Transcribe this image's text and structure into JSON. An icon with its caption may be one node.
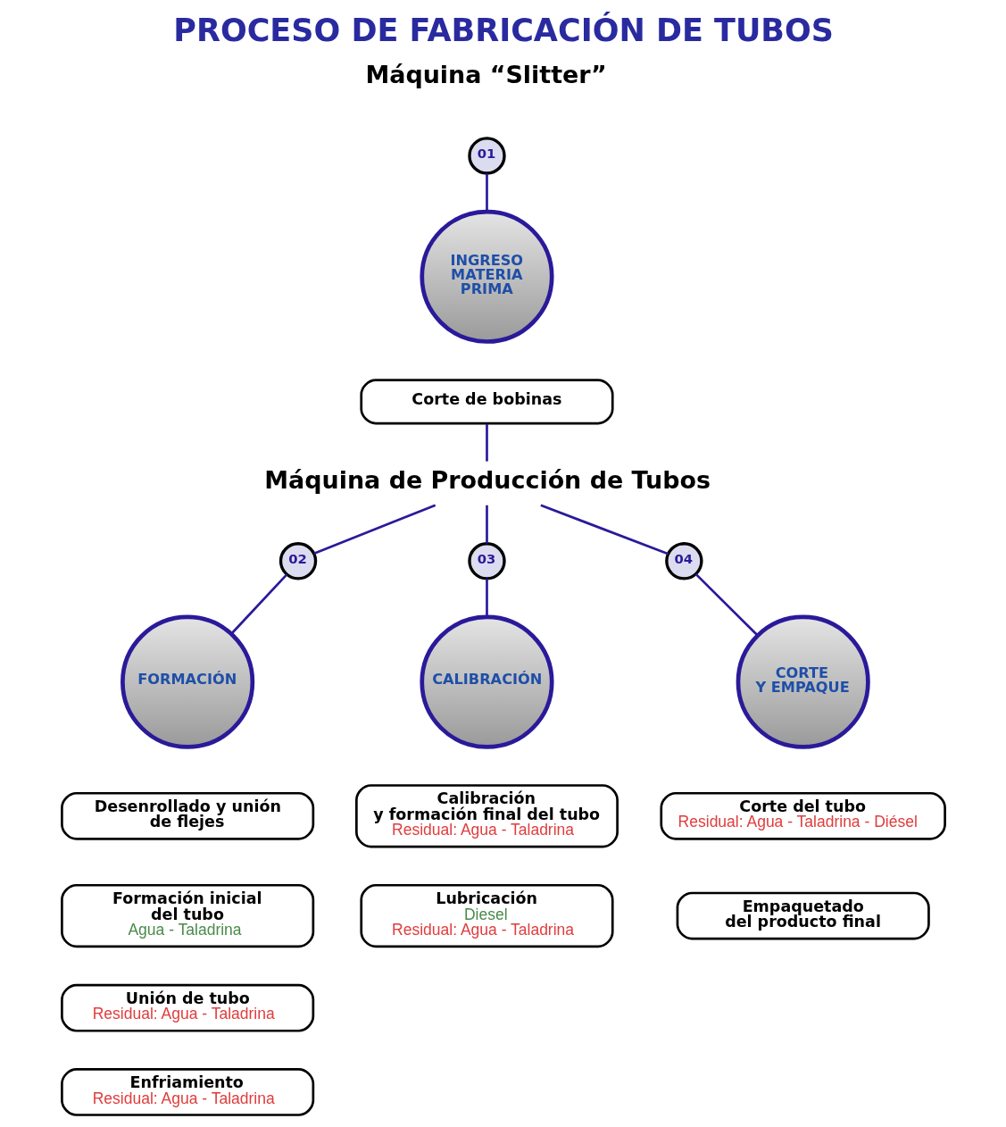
{
  "diagram": {
    "title": "PROCESO DE FABRICACIÓN DE TUBOS",
    "nodes": [
      {
        "text": [
          "01"
        ]
      },
      {
        "text": [
          "INGRESO MATERIA PRIMA"
        ]
      },
      {
        "text": [
          "Corte de bobinas"
        ]
      },
      {
        "text": [
          "Máquina de Producción de Tubos"
        ]
      },
      {
        "text": [
          "02"
        ]
      },
      {
        "text": [
          "FORMACIÓN"
        ]
      },
      {
        "text": [
          "03"
        ]
      },
      {
        "text": [
          "CALIBRACIÓN"
        ]
      },
      {
        "text": [
          "04"
        ]
      },
      {
        "text": [
          "CORTE Y EMPAQUE"
        ]
      },
      {
        "text": [
          "Desenrollado y unión de flejes"
        ]
      },
      {
        "text": [
          "Formación inicial del tubo",
          "Agua - Taladrina"
        ]
      },
      {
        "text": [
          "Unión de tubo",
          "Residual: Agua - Taladrina"
        ]
      },
      {
        "text": [
          "Enfriamiento",
          "Residual: Agua - Taladrina"
        ]
      },
      {
        "text": [
          "Calibración y formación final del tubo",
          "Residual: Agua - Taladrina"
        ]
      },
      {
        "text": [
          "Lubricación",
          "Diesel",
          "Residual: Agua - Taladrina"
        ]
      },
      {
        "text": [
          "Corte del tubo",
          "Residual: Agua - Taladrina - Diésel"
        ]
      },
      {
        "text": [
          "Empaquetado del producto final"
        ]
      }
    ],
    "edges": [
      {
        "from": 0,
        "to": 1,
        "arrow": "none"
      },
      {
        "from": 2,
        "to": 3,
        "arrow": "none"
      },
      {
        "from": 3,
        "to": 4,
        "arrow": "none"
      },
      {
        "from": 3,
        "to": 6,
        "arrow": "none"
      },
      {
        "from": 3,
        "to": 8,
        "arrow": "none"
      },
      {
        "from": 4,
        "to": 5,
        "arrow": "none"
      },
      {
        "from": 6,
        "to": 7,
        "arrow": "none"
      },
      {
        "from": 8,
        "to": 9,
        "arrow": "none"
      }
    ],
    "labels": [
      "Máquina “Slitter”"
    ]
  }
}
